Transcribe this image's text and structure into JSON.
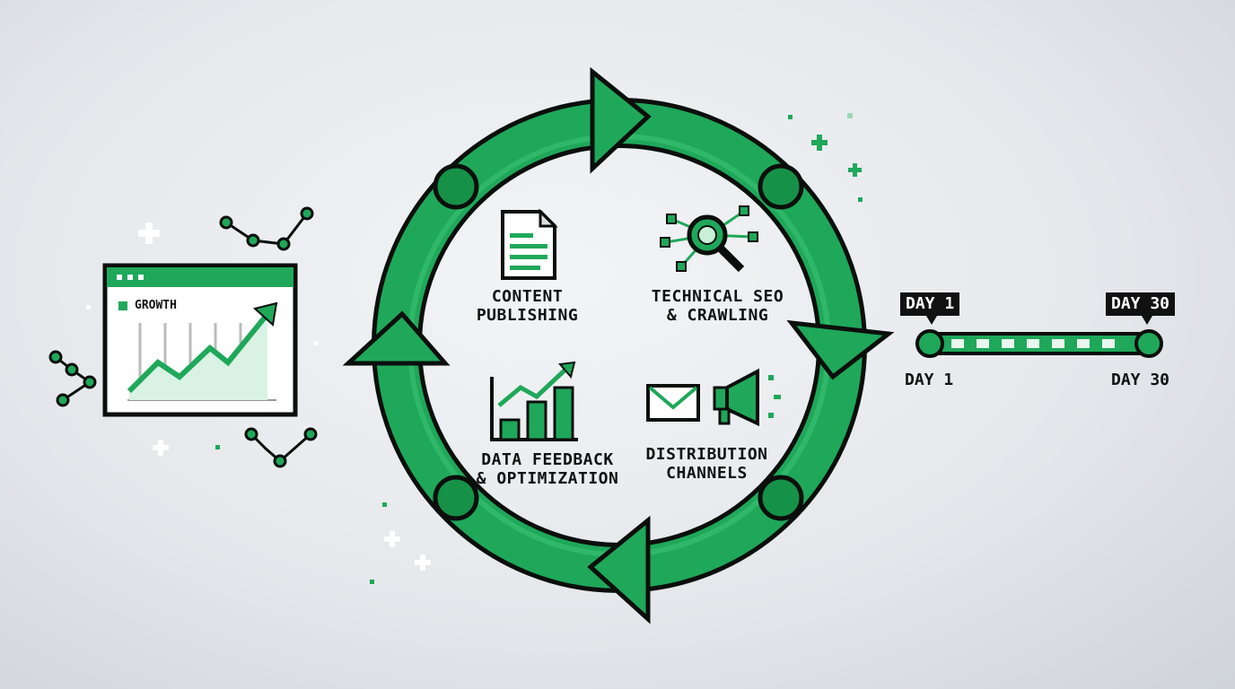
{
  "cycle": {
    "steps": [
      {
        "label_1": "CONTENT",
        "label_2": "PUBLISHING",
        "icon": "document-icon"
      },
      {
        "label_1": "TECHNICAL SEO",
        "label_2": "& CRAWLING",
        "icon": "magnifier-network-icon"
      },
      {
        "label_1": "DISTRIBUTION",
        "label_2": "CHANNELS",
        "icon": "email-megaphone-icon"
      },
      {
        "label_1": "DATA FEEDBACK",
        "label_2": "& OPTIMIZATION",
        "icon": "bar-chart-icon"
      }
    ]
  },
  "growth_window": {
    "title": "GROWTH"
  },
  "timeline": {
    "start_tag": "DAY 1",
    "end_tag": "DAY 30",
    "start_label": "DAY 1",
    "end_label": "DAY 30"
  },
  "colors": {
    "accent": "#1fa85a",
    "accent_dark": "#0d6b37",
    "outline": "#0b0f0c"
  }
}
